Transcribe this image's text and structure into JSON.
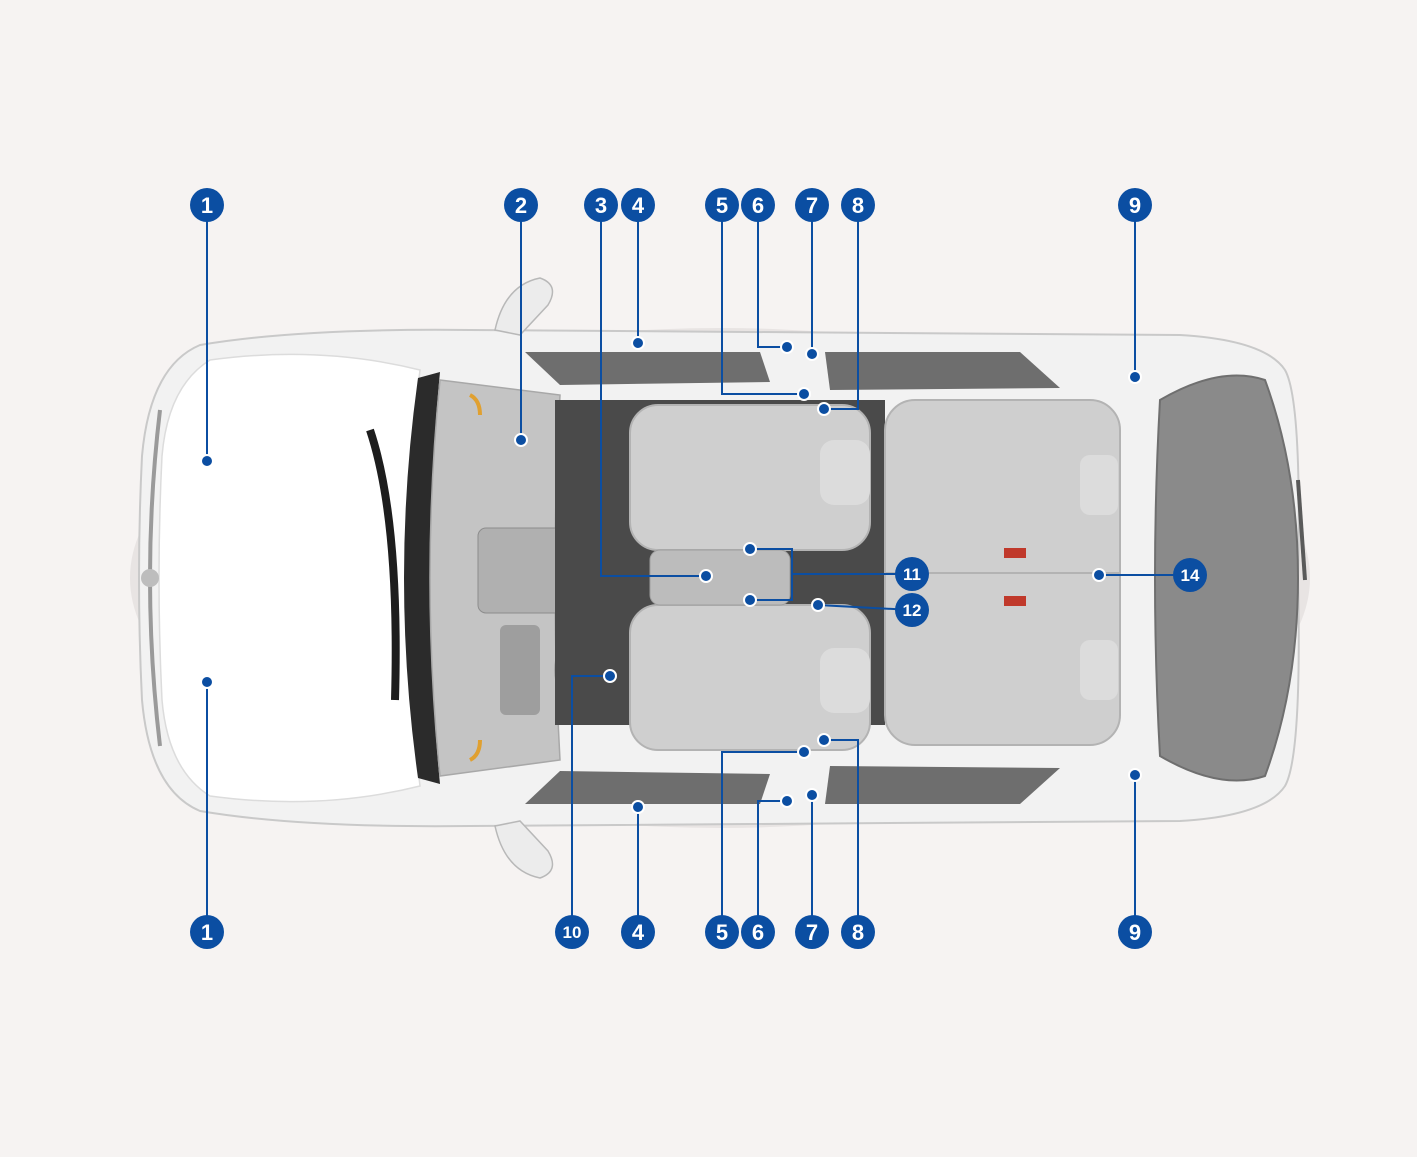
{
  "colors": {
    "background": "#f6f3f2",
    "accent": "#0b4ea2",
    "body_paint": "#f2f2f2",
    "glass": "#6e6e6e",
    "seat": "#cfcfcf",
    "rear_glass": "#8a8a8a"
  },
  "callouts": [
    {
      "id": "top-1",
      "label": "1"
    },
    {
      "id": "top-2",
      "label": "2"
    },
    {
      "id": "top-3",
      "label": "3"
    },
    {
      "id": "top-4",
      "label": "4"
    },
    {
      "id": "top-5",
      "label": "5"
    },
    {
      "id": "top-6",
      "label": "6"
    },
    {
      "id": "top-7",
      "label": "7"
    },
    {
      "id": "top-8",
      "label": "8"
    },
    {
      "id": "top-9",
      "label": "9"
    },
    {
      "id": "right-11",
      "label": "11"
    },
    {
      "id": "right-12",
      "label": "12"
    },
    {
      "id": "right-14",
      "label": "14"
    },
    {
      "id": "bottom-1",
      "label": "1"
    },
    {
      "id": "bottom-10",
      "label": "10"
    },
    {
      "id": "bottom-4",
      "label": "4"
    },
    {
      "id": "bottom-5",
      "label": "5"
    },
    {
      "id": "bottom-6",
      "label": "6"
    },
    {
      "id": "bottom-7",
      "label": "7"
    },
    {
      "id": "bottom-8",
      "label": "8"
    },
    {
      "id": "bottom-9",
      "label": "9"
    }
  ]
}
